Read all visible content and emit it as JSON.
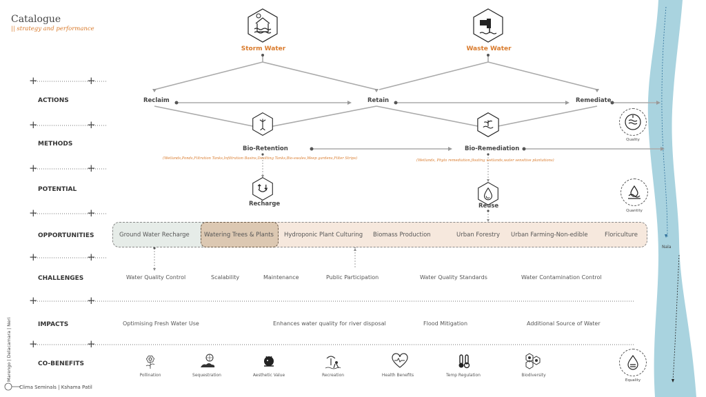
{
  "header": {
    "title": "Catalogue",
    "subtitle": "|| strategy and performance"
  },
  "sources": {
    "storm": "Storm Water",
    "waste": "Waste Water"
  },
  "rows": {
    "actions": "ACTIONS",
    "methods": "METHODS",
    "potential": "POTENTIAL",
    "opportunities": "OPPORTUNITIES",
    "challenges": "CHALLENGES",
    "impacts": "IMPACTS",
    "cobenefits": "CO-BENEFITS"
  },
  "actions": {
    "reclaim": "Reclaim",
    "retain": "Retain",
    "remediate": "Remediate"
  },
  "methods": {
    "bio_retention": "Bio-Retention",
    "bio_retention_note": "(Wetlands,Ponds,Filtration Tanks,Infiltration Basins,Desilting Tanks,Bio-swales,Weep gardens,Filter Strips)",
    "bio_remediation": "Bio-Remediation",
    "bio_remediation_note": "(Wetlands, Phyto remediation,floating wetlands,water sensitive plantations)"
  },
  "potential": {
    "recharge": "Recharge",
    "reuse": "Reuse"
  },
  "indicators": {
    "quality": "Quality",
    "quantity": "Quantity",
    "equality": "Equality"
  },
  "opportunities": [
    "Ground Water Recharge",
    "Watering Trees & Plants",
    "Hydroponic Plant Culturing",
    "Biomass Production",
    "Urban Forestry",
    "Urban Farming-Non-edible",
    "Floriculture"
  ],
  "challenges": [
    "Water Quality Control",
    "Scalability",
    "Maintenance",
    "Public Participation",
    "Water Quality Standards",
    "Water Contamination Control"
  ],
  "impacts": [
    "Optimising Fresh Water Use",
    "Enhances water quality for river disposal",
    "Flood Mitigation",
    "Additional Source of Water"
  ],
  "cobenefits": [
    {
      "label": "Pollination",
      "icon": "flower-icon"
    },
    {
      "label": "Sequestration",
      "icon": "co2-icon"
    },
    {
      "label": "Aesthetic Value",
      "icon": "aesthetic-icon"
    },
    {
      "label": "Recreation",
      "icon": "recreation-icon"
    },
    {
      "label": "Health Benefits",
      "icon": "heart-icon"
    },
    {
      "label": "Temp Regulation",
      "icon": "thermometer-icon"
    },
    {
      "label": "Biodiversity",
      "icon": "biodiversity-icon"
    }
  ],
  "river": {
    "label": "Nala"
  },
  "footer": {
    "vertical": "Marengo | Delacamara | Neri",
    "credit": "Clima Seminals | Kshama Patil"
  },
  "colors": {
    "accent": "#d97a2b",
    "river": "#a9d3df",
    "line": "#999999",
    "opp_green": "#e6ece8",
    "opp_band": "#f6e8dd",
    "opp_highlight": "#dcc8b2"
  }
}
